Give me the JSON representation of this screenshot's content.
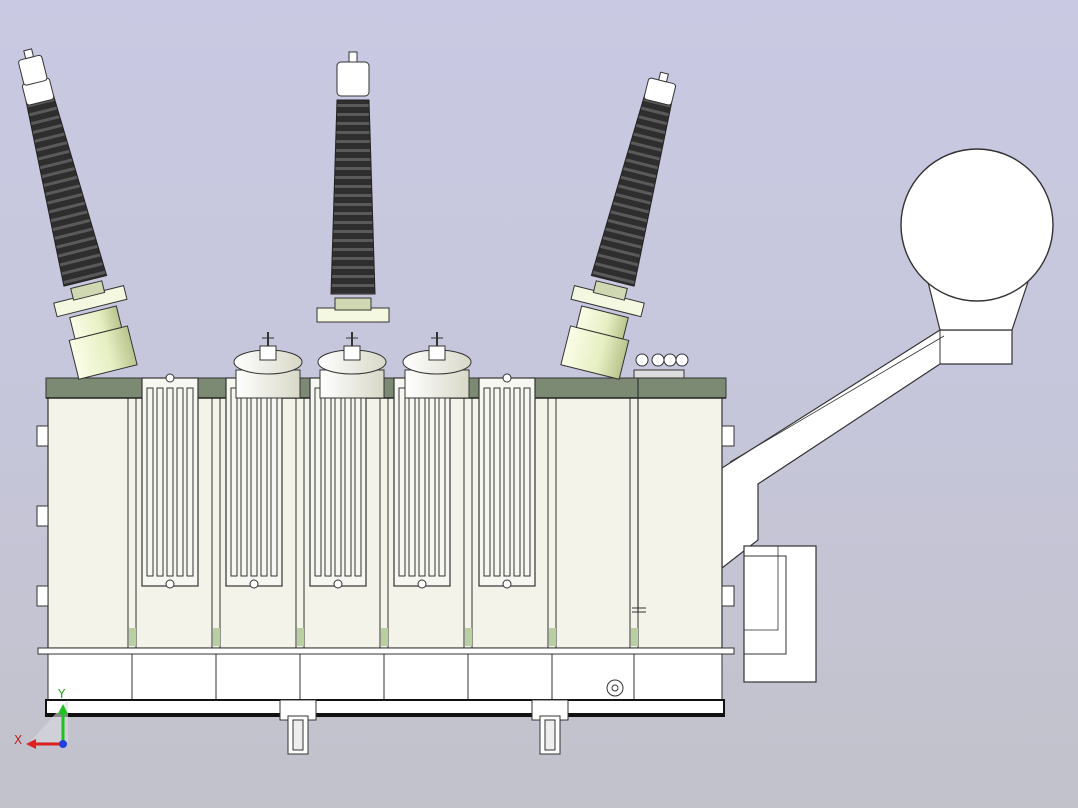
{
  "viewport": {
    "background_top": "#c9c9e3",
    "background_bottom": "#c2c2cb"
  },
  "model": {
    "bushing_count": 3,
    "lv_bushing_count": 3,
    "radiator_count": 5,
    "conservator_color": "#ffffff",
    "tank_color": "#f4f4ec",
    "cover_color": "#7c8a73",
    "porcelain_color": "#3a3a3a",
    "flange_color": "#e8f0c8"
  },
  "triad": {
    "x_label": "X",
    "y_label": "Y",
    "x_color": "#e02020",
    "y_color": "#20c020",
    "z_color": "#2040e0"
  }
}
